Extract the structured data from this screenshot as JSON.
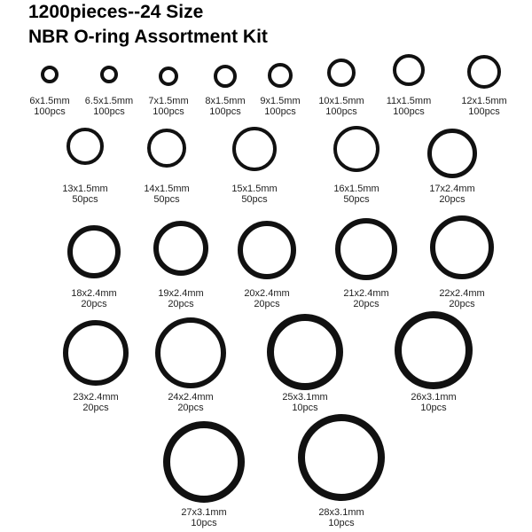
{
  "title": {
    "line1": "1200pieces--24 Size",
    "line2": "NBR O-ring Assortment Kit"
  },
  "rings": [
    {
      "size": "6x1.5mm",
      "qty": "100pcs"
    },
    {
      "size": "6.5x1.5mm",
      "qty": "100pcs"
    },
    {
      "size": "7x1.5mm",
      "qty": "100pcs"
    },
    {
      "size": "8x1.5mm",
      "qty": "100pcs"
    },
    {
      "size": "9x1.5mm",
      "qty": "100pcs"
    },
    {
      "size": "10x1.5mm",
      "qty": "100pcs"
    },
    {
      "size": "11x1.5mm",
      "qty": "100pcs"
    },
    {
      "size": "12x1.5mm",
      "qty": "100pcs"
    },
    {
      "size": "13x1.5mm",
      "qty": "50pcs"
    },
    {
      "size": "14x1.5mm",
      "qty": "50pcs"
    },
    {
      "size": "15x1.5mm",
      "qty": "50pcs"
    },
    {
      "size": "16x1.5mm",
      "qty": "50pcs"
    },
    {
      "size": "17x2.4mm",
      "qty": "20pcs"
    },
    {
      "size": "18x2.4mm",
      "qty": "20pcs"
    },
    {
      "size": "19x2.4mm",
      "qty": "20pcs"
    },
    {
      "size": "20x2.4mm",
      "qty": "20pcs"
    },
    {
      "size": "21x2.4mm",
      "qty": "20pcs"
    },
    {
      "size": "22x2.4mm",
      "qty": "20pcs"
    },
    {
      "size": "23x2.4mm",
      "qty": "20pcs"
    },
    {
      "size": "24x2.4mm",
      "qty": "20pcs"
    },
    {
      "size": "25x3.1mm",
      "qty": "10pcs"
    },
    {
      "size": "26x3.1mm",
      "qty": "10pcs"
    },
    {
      "size": "27x3.1mm",
      "qty": "10pcs"
    },
    {
      "size": "28x3.1mm",
      "qty": "10pcs"
    }
  ],
  "ring_color": "#111111"
}
